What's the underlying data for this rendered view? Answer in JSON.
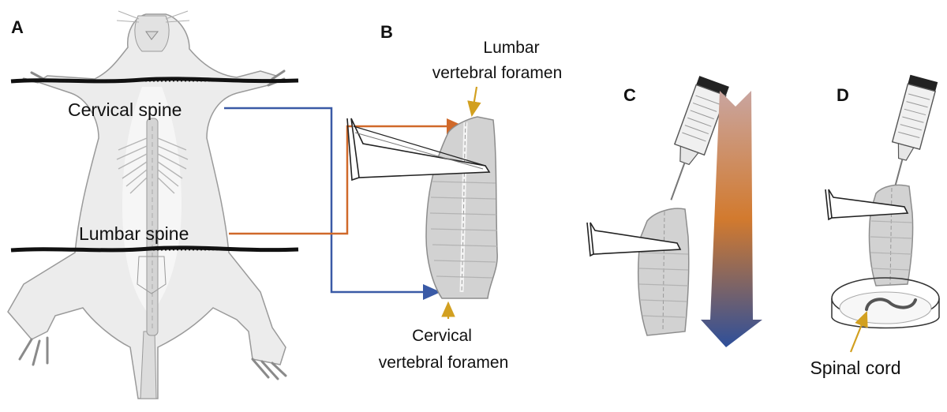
{
  "panels": {
    "a": "A",
    "b": "B",
    "c": "C",
    "d": "D"
  },
  "labels": {
    "cervical_spine": "Cervical spine",
    "lumbar_spine": "Lumbar spine",
    "lumbar_foramen_line1": "Lumbar",
    "lumbar_foramen_line2": "vertebral foramen",
    "cervical_foramen_line1": "Cervical",
    "cervical_foramen_line2": "vertebral foramen",
    "spinal_cord": "Spinal cord"
  },
  "colors": {
    "cervical_connector": "#3a5aa6",
    "lumbar_connector": "#d0692a",
    "pointer": "#d2a020",
    "gradient_top": "#c9a5a0",
    "gradient_mid": "#d27a2e",
    "gradient_bottom": "#2e4f9a"
  }
}
